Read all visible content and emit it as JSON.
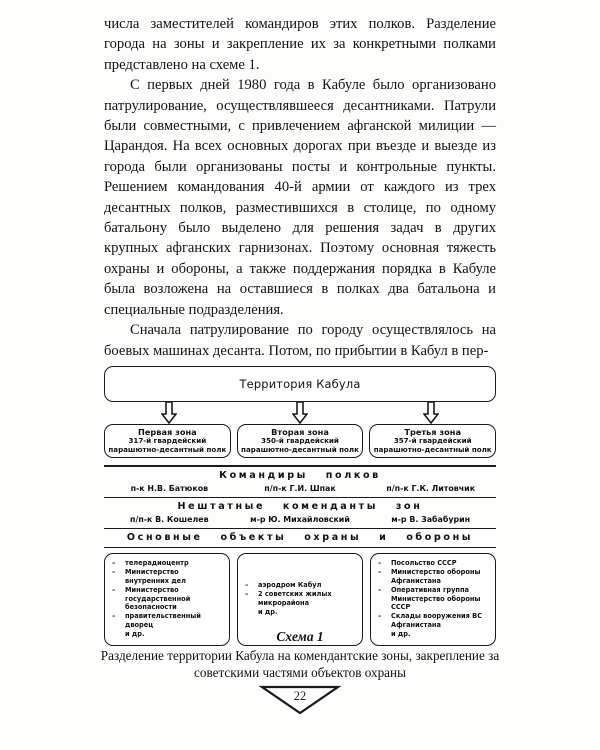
{
  "document": {
    "language": "ru",
    "page_number": "22"
  },
  "body": {
    "paragraphs": [
      "числа заместителей командиров этих полков. Разделение города на зоны и закрепление их за конкретными полками представлено на схеме 1.",
      "С первых дней 1980 года в Кабуле было организовано патрулирование, осуществлявшееся десантниками. Патрули были совместными, с привлечением афганской милиции — Царандоя. На всех основных дорогах при въезде и выезде из города были организованы посты и контрольные пункты. Решением командования 40-й армии от каждого из трех десантных полков, разместившихся в столице, по одному батальону было выделено для решения задач в других крупных афганских гарнизонах. Поэтому основная тяжесть охраны и обороны, а также поддержания порядка в Кабуле была возложена на оставшиеся в полках два батальона и специальные подразделения.",
      "Сначала патрулирование по городу осуществлялось на боевых машинах десанта. Потом, по прибытии в Кабул в пер-"
    ]
  },
  "schema": {
    "root": {
      "label": "Территория Кабула"
    },
    "arrows": [
      {
        "name": "arrow-down-zone-1"
      },
      {
        "name": "arrow-down-zone-2"
      },
      {
        "name": "arrow-down-zone-3"
      }
    ],
    "zones": [
      {
        "name": "Первая зона",
        "regiment_line1": "317-й гвардейский",
        "regiment_line2": "парашютно-десантный полк"
      },
      {
        "name": "Вторая зона",
        "regiment_line1": "350-й гвардейский",
        "regiment_line2": "парашютно-десантный полк"
      },
      {
        "name": "Третья зона",
        "regiment_line1": "357-й гвардейский",
        "regiment_line2": "парашютно-десантный полк"
      }
    ],
    "commanders_band": {
      "title": "Командиры   полков",
      "names": [
        "п-к Н.В. Батюков",
        "п/п-к Г.И. Шпак",
        "п/п-к Г.К. Литовчик"
      ]
    },
    "commandants_band": {
      "title": "Нештатные   коменданты   зон",
      "names": [
        "п/п-к В. Кошелев",
        "м-р Ю. Михайловский",
        "м-р В. Забабурин"
      ]
    },
    "objects_band": {
      "title": "Основные   объекты   охраны   и   обороны",
      "columns": [
        {
          "items": [
            "телерадиоцентр",
            "Министерство внутренних дел",
            "Министерство государственной безопасности",
            "правительственный дворец"
          ],
          "etc": "и др."
        },
        {
          "items": [
            "аэродром Кабул",
            "2 советских жилых микрорайона"
          ],
          "etc": "и др."
        },
        {
          "items": [
            "Посольство СССР",
            "Министерство обороны Афганистана",
            "Оперативная группа Министерство обороны СССР",
            "Склады вооружения ВС Афганистана"
          ],
          "etc": "и др."
        }
      ]
    }
  },
  "caption": {
    "title": "Схема 1",
    "text": "Разделение территории Кабула на комендантские зоны, закрепление за советскими частями объектов охраны"
  }
}
